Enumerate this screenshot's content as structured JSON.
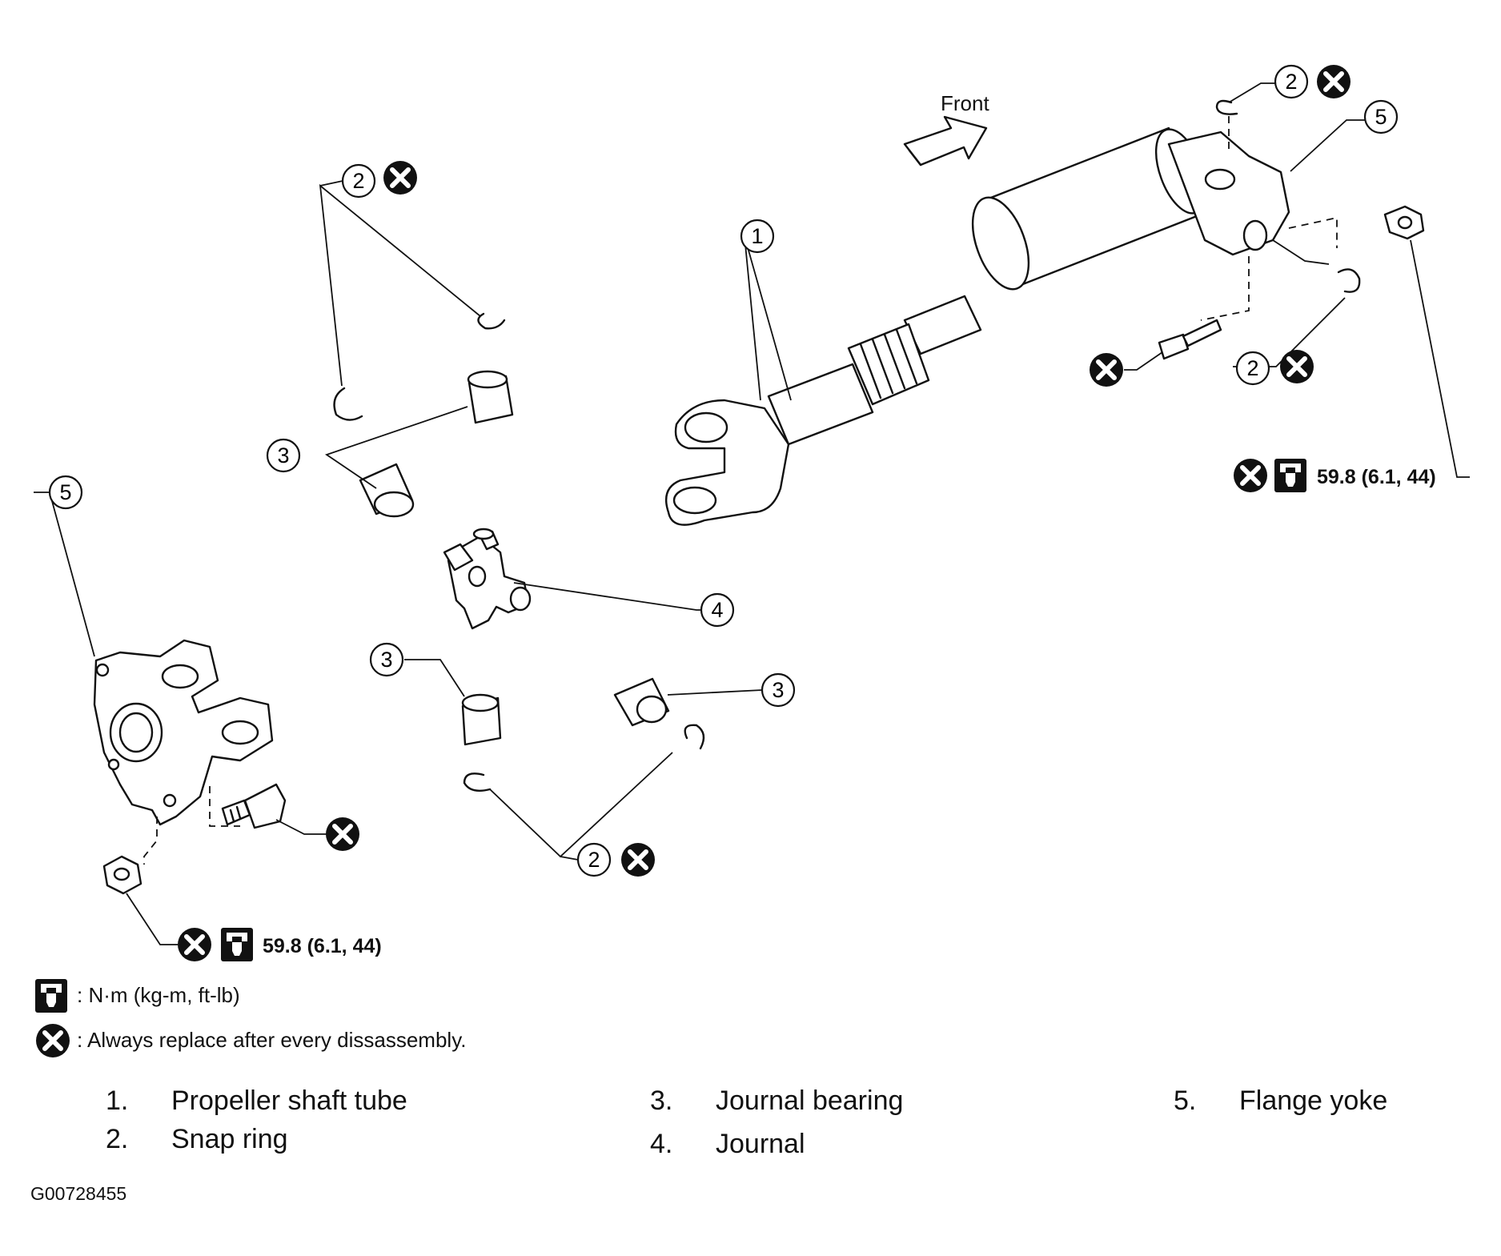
{
  "direction_label": "Front",
  "callouts": {
    "propeller_shaft_tube": "1",
    "snap_ring": "2",
    "journal_bearing": "3",
    "journal": "4",
    "flange_yoke": "5"
  },
  "torque_value": "59.8 (6.1, 44)",
  "legend": {
    "torque_unit": ": N·m (kg-m, ft-lb)",
    "replace_note": ": Always replace after every dissassembly."
  },
  "parts_list": [
    {
      "number": "1.",
      "name": "Propeller shaft tube"
    },
    {
      "number": "2.",
      "name": "Snap ring"
    },
    {
      "number": "3.",
      "name": "Journal bearing"
    },
    {
      "number": "4.",
      "name": "Journal"
    },
    {
      "number": "5.",
      "name": "Flange yoke"
    }
  ],
  "figure_id": "G00728455",
  "icons": {
    "replace": "replace-always-icon",
    "torque": "torque-wrench-icon"
  }
}
